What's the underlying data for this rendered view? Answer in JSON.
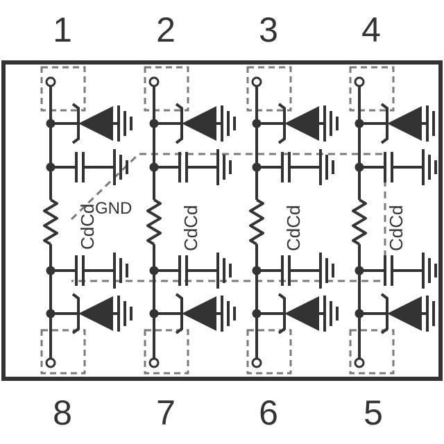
{
  "colors": {
    "ink": "#333333",
    "dashed": "#7a7a7a",
    "background": "#ffffff"
  },
  "pins": {
    "top": [
      "1",
      "2",
      "3",
      "4"
    ],
    "bottom": [
      "8",
      "7",
      "6",
      "5"
    ]
  },
  "labels": {
    "gnd": "GND",
    "capacitor_pair": [
      "CdCd",
      "CdCd",
      "CdCd",
      "CdCd"
    ]
  },
  "icons": {
    "tvs_diode": "tvs-diode-icon",
    "capacitor": "capacitor-icon",
    "resistor": "resistor-icon",
    "ground": "ground-icon"
  }
}
